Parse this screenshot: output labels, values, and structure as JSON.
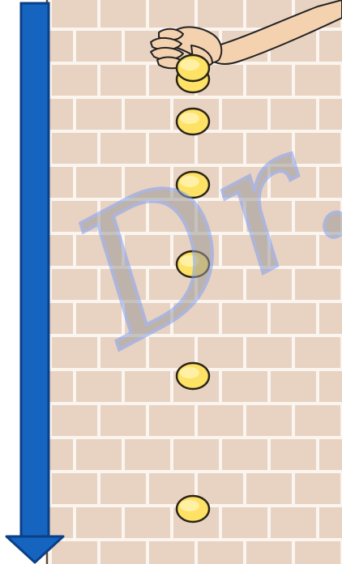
{
  "scene": {
    "wall": {
      "brick_color": "#e8d2c2",
      "mortar_color": "#fbf5ef",
      "edge_color": "#5b4a3a"
    },
    "arrow": {
      "direction": "down",
      "fill_color": "#1565c0",
      "outline_color": "#0b3f86"
    },
    "hand": {
      "icon": "hand-dropping-coin-icon",
      "skin_color": "#f4d2b0",
      "outline_color": "#222222"
    },
    "coins": {
      "count": 7,
      "fill_color": "#fde266",
      "highlight_color": "#fff6bf",
      "outline_color": "#2a2418"
    },
    "watermark": {
      "text": "Dr.",
      "fill_color": "#9a9a9a",
      "outline_color": "#7f9ef0"
    }
  }
}
